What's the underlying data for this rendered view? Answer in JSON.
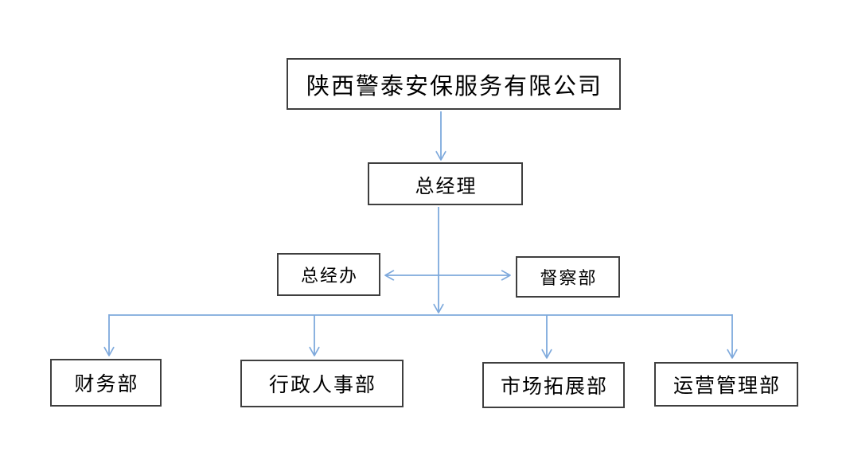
{
  "diagram": {
    "type": "org-chart",
    "nodes": {
      "company": {
        "label": "陕西警泰安保服务有限公司"
      },
      "gm": {
        "label": "总经理"
      },
      "gm_office": {
        "label": "总经办"
      },
      "supervision": {
        "label": "督察部"
      },
      "finance": {
        "label": "财务部"
      },
      "admin_hr": {
        "label": "行政人事部"
      },
      "market": {
        "label": "市场拓展部"
      },
      "operations": {
        "label": "运营管理部"
      }
    },
    "edges": [
      {
        "from": "company",
        "to": "gm",
        "style": "arrow-down"
      },
      {
        "from": "gm",
        "to": "gm_office",
        "style": "arrow-left"
      },
      {
        "from": "gm",
        "to": "supervision",
        "style": "arrow-right"
      },
      {
        "from": "gm",
        "to": "finance",
        "style": "arrow-down"
      },
      {
        "from": "gm",
        "to": "admin_hr",
        "style": "arrow-down"
      },
      {
        "from": "gm",
        "to": "market",
        "style": "arrow-down"
      },
      {
        "from": "gm",
        "to": "operations",
        "style": "arrow-down"
      }
    ],
    "colors": {
      "connector": "#7ea9dc",
      "box_border": "#3f3f3f",
      "text": "#000000",
      "background": "#ffffff"
    }
  }
}
